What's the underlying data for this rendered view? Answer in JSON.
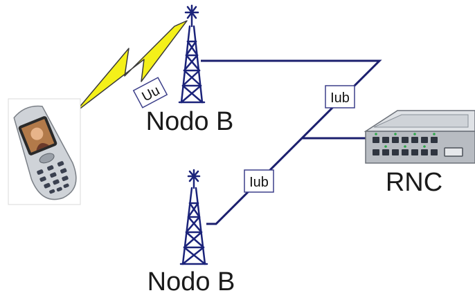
{
  "labels": {
    "air_interface": "Uu",
    "iub_upper": "Iub",
    "iub_lower": "Iub",
    "node_b_top": "Nodo B",
    "node_b_bottom": "Nodo B",
    "rnc": "RNC"
  },
  "icons": {
    "phone": "mobile-phone-icon",
    "tower": "cell-tower-icon",
    "rnc": "network-switch-icon",
    "radio_link": "lightning-bolt-icon"
  },
  "colors": {
    "link_line": "#1b1f6e",
    "tower": "#1b237a",
    "lightning_fill": "#f4f01a",
    "lightning_stroke": "#3a3a3a",
    "label_box_border": "#3c3f8a",
    "rnc_body": "#b8bcc2"
  }
}
